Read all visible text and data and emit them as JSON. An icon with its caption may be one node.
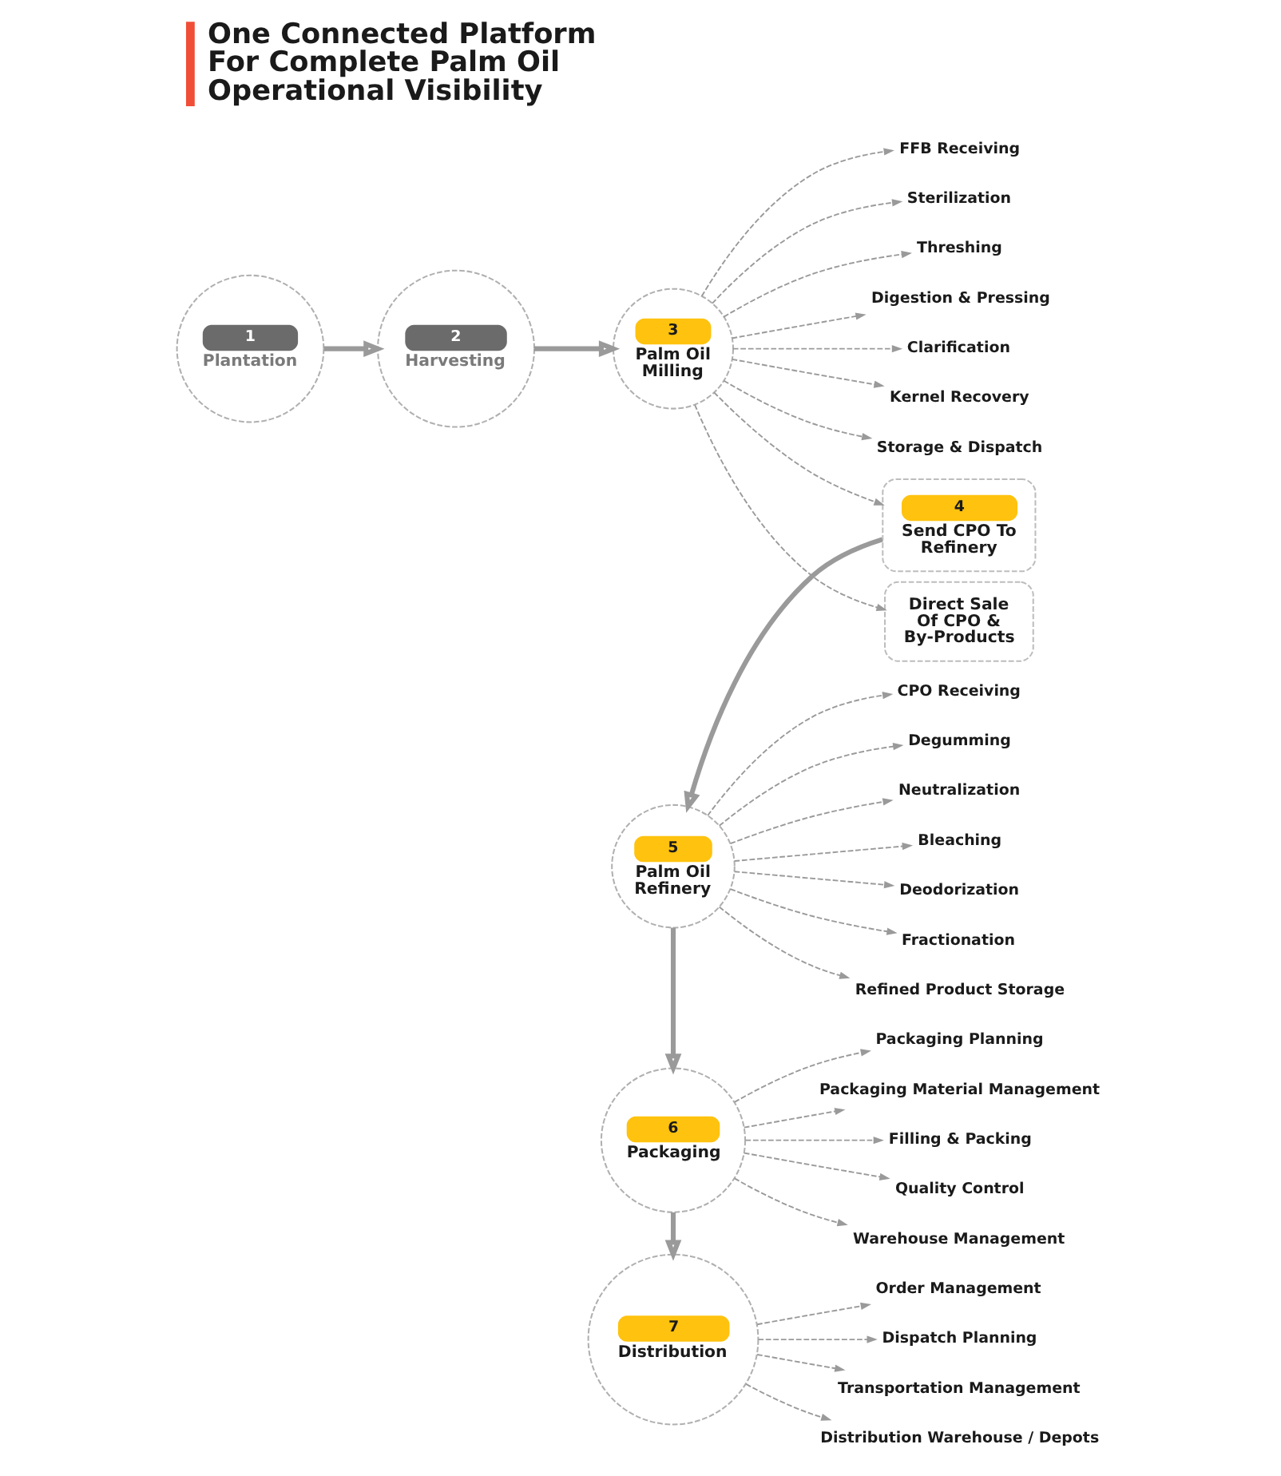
{
  "diagram": {
    "title": "One Connected Platform For Complete Palm Oil Operational Visibility",
    "nodes": [
      {
        "text": [
          "1",
          "Plantation"
        ]
      },
      {
        "text": [
          "2",
          "Harvesting"
        ]
      },
      {
        "text": [
          "3",
          "Palm Oil Milling"
        ]
      },
      {
        "text": [
          "FFB Receiving"
        ]
      },
      {
        "text": [
          "Sterilization"
        ]
      },
      {
        "text": [
          "Threshing"
        ]
      },
      {
        "text": [
          "Digestion & Pressing"
        ]
      },
      {
        "text": [
          "Clarification"
        ]
      },
      {
        "text": [
          "Kernel Recovery"
        ]
      },
      {
        "text": [
          "Storage & Dispatch"
        ]
      },
      {
        "text": [
          "4",
          "Send CPO To Refinery"
        ]
      },
      {
        "text": [
          "Direct Sale Of CPO & By-Products"
        ]
      },
      {
        "text": [
          "5",
          "Palm Oil Refinery"
        ]
      },
      {
        "text": [
          "CPO Receiving"
        ]
      },
      {
        "text": [
          "Degumming"
        ]
      },
      {
        "text": [
          "Neutralization"
        ]
      },
      {
        "text": [
          "Bleaching"
        ]
      },
      {
        "text": [
          "Deodorization"
        ]
      },
      {
        "text": [
          "Fractionation"
        ]
      },
      {
        "text": [
          "Refined Product Storage"
        ]
      },
      {
        "text": [
          "6",
          "Packaging"
        ]
      },
      {
        "text": [
          "Packaging Planning"
        ]
      },
      {
        "text": [
          "Packaging Material Management"
        ]
      },
      {
        "text": [
          "Filling & Packing"
        ]
      },
      {
        "text": [
          "Quality Control"
        ]
      },
      {
        "text": [
          "Warehouse Management"
        ]
      },
      {
        "text": [
          "7",
          "Distribution"
        ]
      },
      {
        "text": [
          "Order Management"
        ]
      },
      {
        "text": [
          "Dispatch Planning"
        ]
      },
      {
        "text": [
          "Transportation Management"
        ]
      },
      {
        "text": [
          "Distribution Warehouse / Depots"
        ]
      }
    ],
    "edges": [
      {
        "from": 0,
        "to": 1,
        "arrow": "to",
        "style": "thick"
      },
      {
        "from": 1,
        "to": 2,
        "arrow": "to",
        "style": "thick"
      },
      {
        "from": 2,
        "to": 3,
        "arrow": "to",
        "style": "dashed"
      },
      {
        "from": 2,
        "to": 4,
        "arrow": "to",
        "style": "dashed"
      },
      {
        "from": 2,
        "to": 5,
        "arrow": "to",
        "style": "dashed"
      },
      {
        "from": 2,
        "to": 6,
        "arrow": "to",
        "style": "dashed"
      },
      {
        "from": 2,
        "to": 7,
        "arrow": "to",
        "style": "dashed"
      },
      {
        "from": 2,
        "to": 8,
        "arrow": "to",
        "style": "dashed"
      },
      {
        "from": 2,
        "to": 9,
        "arrow": "to",
        "style": "dashed"
      },
      {
        "from": 2,
        "to": 10,
        "arrow": "to",
        "style": "dashed"
      },
      {
        "from": 2,
        "to": 11,
        "arrow": "to",
        "style": "dashed"
      },
      {
        "from": 10,
        "to": 12,
        "arrow": "to",
        "style": "thick"
      },
      {
        "from": 12,
        "to": 13,
        "arrow": "to",
        "style": "dashed"
      },
      {
        "from": 12,
        "to": 14,
        "arrow": "to",
        "style": "dashed"
      },
      {
        "from": 12,
        "to": 15,
        "arrow": "to",
        "style": "dashed"
      },
      {
        "from": 12,
        "to": 16,
        "arrow": "to",
        "style": "dashed"
      },
      {
        "from": 12,
        "to": 17,
        "arrow": "to",
        "style": "dashed"
      },
      {
        "from": 12,
        "to": 18,
        "arrow": "to",
        "style": "dashed"
      },
      {
        "from": 12,
        "to": 19,
        "arrow": "to",
        "style": "dashed"
      },
      {
        "from": 12,
        "to": 20,
        "arrow": "to",
        "style": "thick"
      },
      {
        "from": 20,
        "to": 21,
        "arrow": "to",
        "style": "dashed"
      },
      {
        "from": 20,
        "to": 22,
        "arrow": "to",
        "style": "dashed"
      },
      {
        "from": 20,
        "to": 23,
        "arrow": "to",
        "style": "dashed"
      },
      {
        "from": 20,
        "to": 24,
        "arrow": "to",
        "style": "dashed"
      },
      {
        "from": 20,
        "to": 25,
        "arrow": "to",
        "style": "dashed"
      },
      {
        "from": 20,
        "to": 26,
        "arrow": "to",
        "style": "thick"
      },
      {
        "from": 26,
        "to": 27,
        "arrow": "to",
        "style": "dashed"
      },
      {
        "from": 26,
        "to": 28,
        "arrow": "to",
        "style": "dashed"
      },
      {
        "from": 26,
        "to": 29,
        "arrow": "to",
        "style": "dashed"
      },
      {
        "from": 26,
        "to": 30,
        "arrow": "to",
        "style": "dashed"
      }
    ]
  }
}
